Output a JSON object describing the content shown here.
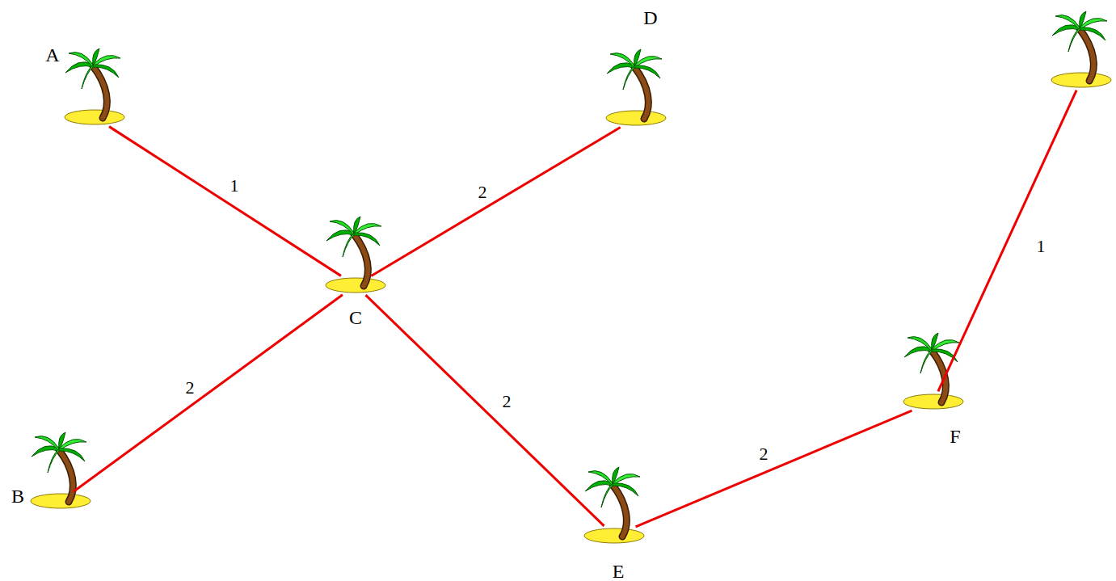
{
  "diagram": {
    "nodes": [
      {
        "text": [
          "A"
        ]
      },
      {
        "text": [
          "D"
        ]
      },
      {
        "text": []
      },
      {
        "text": [
          "C"
        ]
      },
      {
        "text": [
          "F"
        ]
      },
      {
        "text": [
          "B"
        ]
      },
      {
        "text": [
          "E"
        ]
      }
    ],
    "edges": [
      {
        "from": 0,
        "to": 3,
        "arrow": "none",
        "label": "1"
      },
      {
        "from": 3,
        "to": 1,
        "arrow": "none",
        "label": "2"
      },
      {
        "from": 3,
        "to": 5,
        "arrow": "none",
        "label": "2"
      },
      {
        "from": 3,
        "to": 6,
        "arrow": "none",
        "label": "2"
      },
      {
        "from": 6,
        "to": 4,
        "arrow": "none",
        "label": "2"
      },
      {
        "from": 4,
        "to": 2,
        "arrow": "none",
        "label": "1"
      }
    ]
  }
}
